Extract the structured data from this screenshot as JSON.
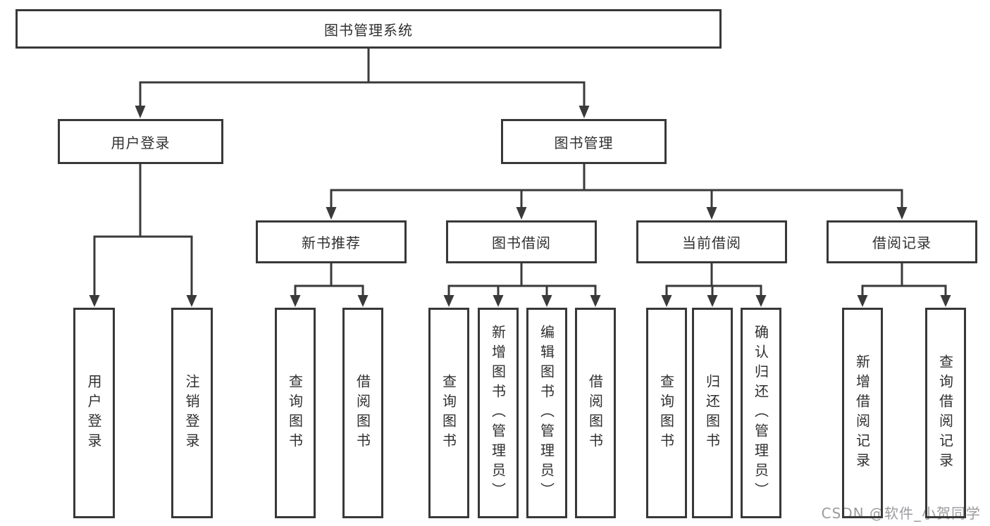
{
  "colors": {
    "line": "#3a3a3a",
    "box_border": "#383838",
    "box_background": "#ffffff",
    "text": "#303030",
    "page_background": "#ffffff",
    "watermark": "#9b9b9f"
  },
  "watermark": {
    "text": "CSDN @软件_小贺同学"
  },
  "diagram": {
    "type": "tree",
    "root": {
      "label": "图书管理系统",
      "children": [
        {
          "label": "用户登录",
          "children": [
            {
              "label": "用户登录"
            },
            {
              "label": "注销登录"
            }
          ]
        },
        {
          "label": "图书管理",
          "children": [
            {
              "label": "新书推荐",
              "children": [
                {
                  "label": "查询图书"
                },
                {
                  "label": "借阅图书"
                }
              ]
            },
            {
              "label": "图书借阅",
              "children": [
                {
                  "label": "查询图书"
                },
                {
                  "label": "新增图书（管理员）"
                },
                {
                  "label": "编辑图书（管理员）"
                },
                {
                  "label": "借阅图书"
                }
              ]
            },
            {
              "label": "当前借阅",
              "children": [
                {
                  "label": "查询图书"
                },
                {
                  "label": "归还图书"
                },
                {
                  "label": "确认归还（管理员）"
                }
              ]
            },
            {
              "label": "借阅记录",
              "children": [
                {
                  "label": "新增借阅记录"
                },
                {
                  "label": "查询借阅记录"
                }
              ]
            }
          ]
        }
      ]
    }
  }
}
